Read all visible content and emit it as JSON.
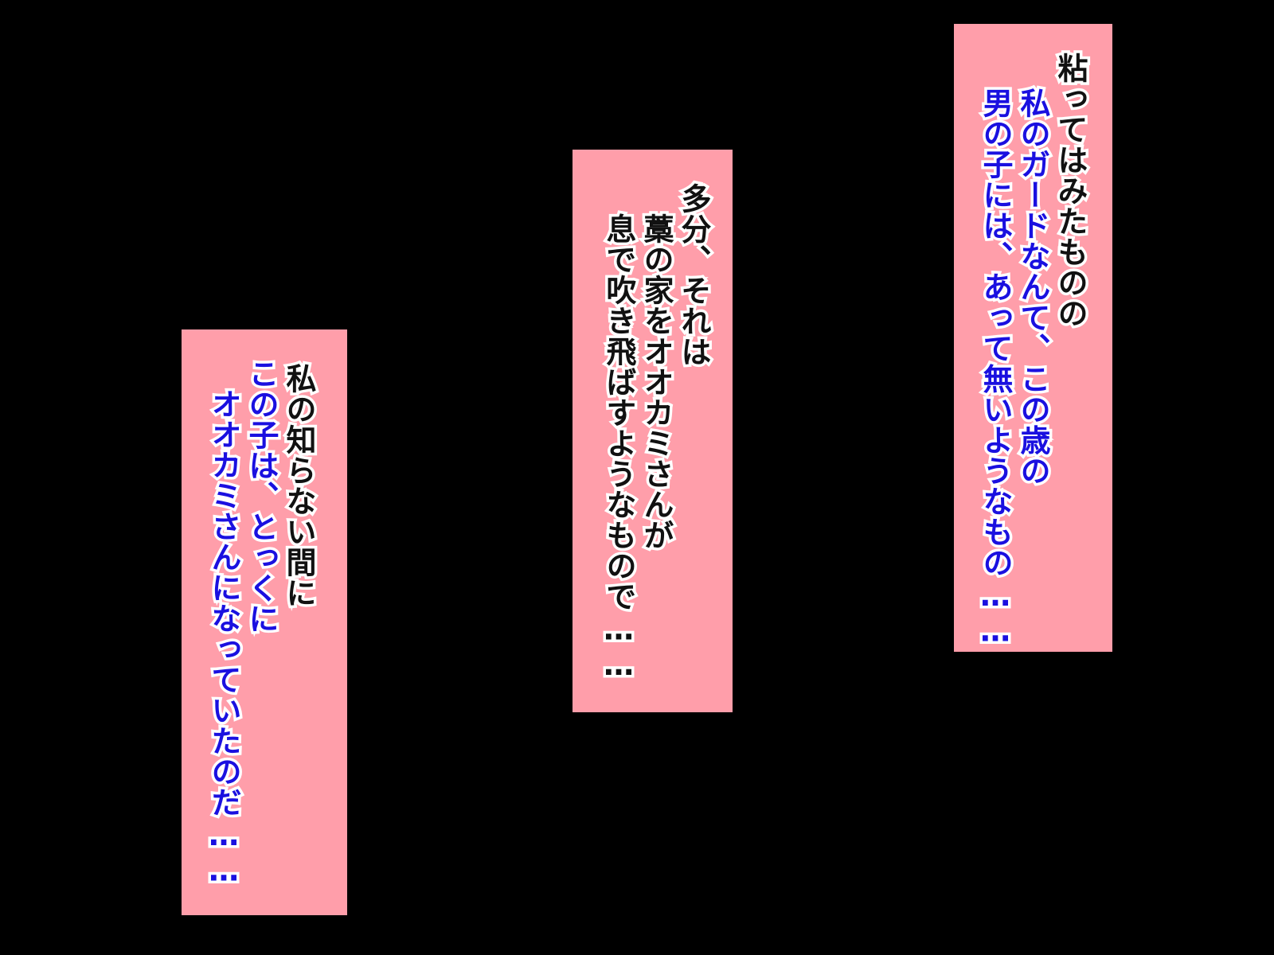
{
  "panels": [
    {
      "lines": [
        "粘ってはみたものの",
        "私のガードなんて、この歳の",
        "男の子には、あって無いようなもの……"
      ]
    },
    {
      "lines": [
        "多分、それは",
        "藁の家をオオカミさんが",
        "息で吹き飛ばすようなもので……"
      ]
    },
    {
      "lines": [
        "私の知らない間に",
        "この子は、とっくに",
        "オオカミさんになっていたのだ……"
      ]
    }
  ],
  "colors": {
    "background": "#000000",
    "panel": "#ff9eaa",
    "text_dark": "#111111",
    "text_blue": "#1a10e0",
    "outline": "#ffffff"
  }
}
